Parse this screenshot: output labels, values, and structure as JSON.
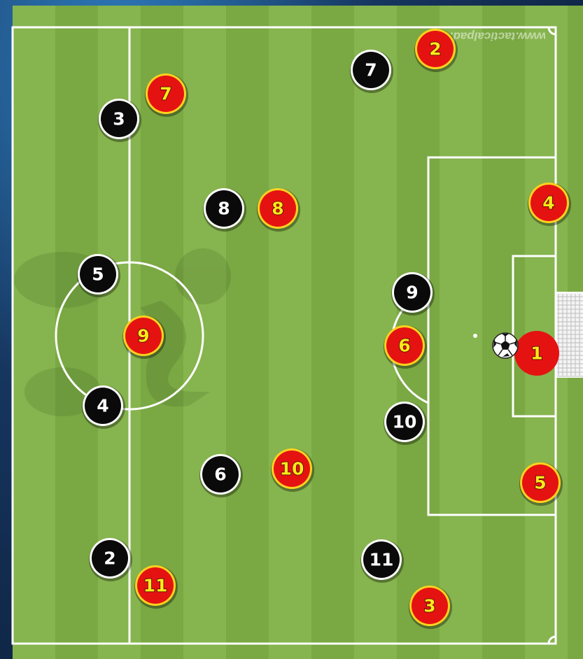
{
  "watermark": "www.tacticalpad.com",
  "pitch_colors": {
    "stripe_light": "#86b44e",
    "stripe_dark": "#7aa843",
    "line": "#ffffff"
  },
  "team_black": {
    "color": "#0a0a0a",
    "players": [
      {
        "number": "7",
        "name": "black-player-7"
      },
      {
        "number": "3",
        "name": "black-player-3"
      },
      {
        "number": "8",
        "name": "black-player-8"
      },
      {
        "number": "5",
        "name": "black-player-5"
      },
      {
        "number": "9",
        "name": "black-player-9"
      },
      {
        "number": "4",
        "name": "black-player-4"
      },
      {
        "number": "10",
        "name": "black-player-10"
      },
      {
        "number": "6",
        "name": "black-player-6"
      },
      {
        "number": "2",
        "name": "black-player-2"
      },
      {
        "number": "11",
        "name": "black-player-11"
      }
    ]
  },
  "team_red": {
    "color": "#e51212",
    "players": [
      {
        "number": "2",
        "name": "red-player-2"
      },
      {
        "number": "7",
        "name": "red-player-7"
      },
      {
        "number": "8",
        "name": "red-player-8"
      },
      {
        "number": "4",
        "name": "red-player-4"
      },
      {
        "number": "9",
        "name": "red-player-9"
      },
      {
        "number": "6",
        "name": "red-player-6"
      },
      {
        "number": "1",
        "name": "red-goalkeeper-1"
      },
      {
        "number": "10",
        "name": "red-player-10"
      },
      {
        "number": "5",
        "name": "red-player-5"
      },
      {
        "number": "11",
        "name": "red-player-11"
      },
      {
        "number": "3",
        "name": "red-player-3"
      }
    ]
  },
  "ball_icon": "soccer-ball-icon"
}
